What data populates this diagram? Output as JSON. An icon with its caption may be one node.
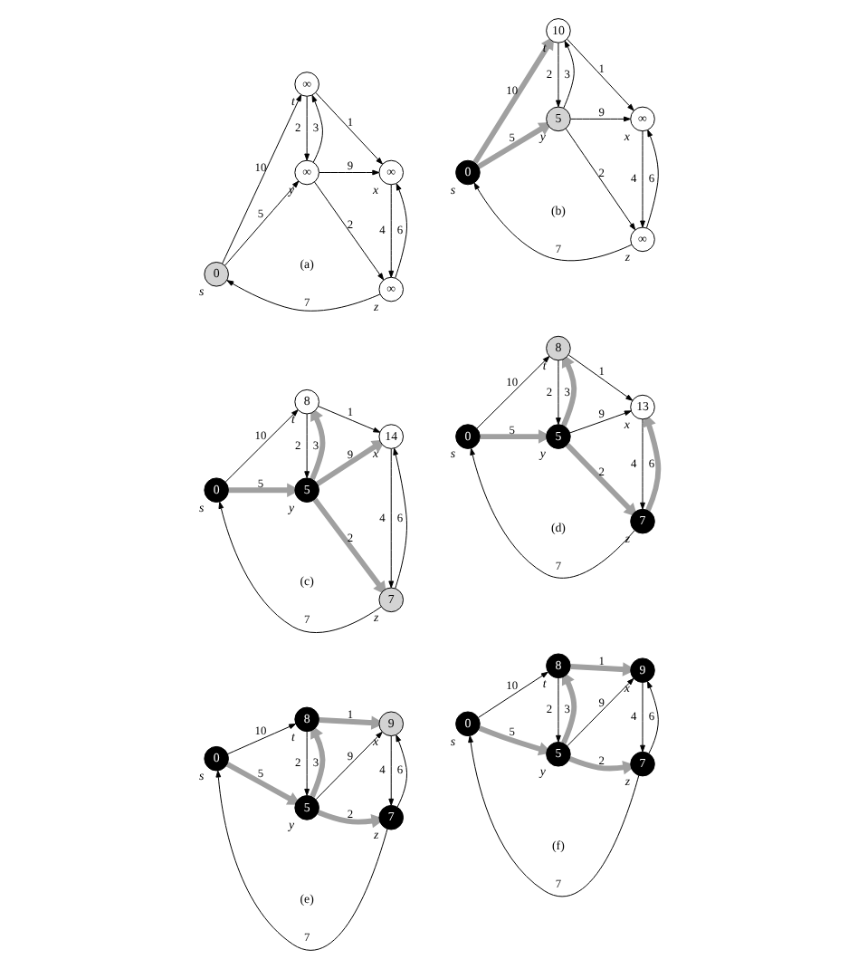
{
  "diagram": {
    "nodes": [
      {
        "text": [
          "0"
        ],
        "beside": [
          "s"
        ]
      },
      {
        "text": [
          "∞"
        ],
        "beside": [
          "t"
        ]
      },
      {
        "text": [
          "∞"
        ],
        "beside": [
          "x"
        ]
      },
      {
        "text": [
          "∞"
        ],
        "beside": [
          "y"
        ]
      },
      {
        "text": [
          "∞"
        ],
        "beside": [
          "z"
        ]
      },
      {
        "text": [
          "0"
        ],
        "beside": [
          "s"
        ]
      },
      {
        "text": [
          "10"
        ],
        "beside": [
          "t"
        ]
      },
      {
        "text": [
          "∞"
        ],
        "beside": [
          "x"
        ]
      },
      {
        "text": [
          "5"
        ],
        "beside": [
          "y"
        ]
      },
      {
        "text": [
          "∞"
        ],
        "beside": [
          "z"
        ]
      },
      {
        "text": [
          "0"
        ],
        "beside": [
          "s"
        ]
      },
      {
        "text": [
          "8"
        ],
        "beside": [
          "t"
        ]
      },
      {
        "text": [
          "14"
        ],
        "beside": [
          "x"
        ]
      },
      {
        "text": [
          "5"
        ],
        "beside": [
          "y"
        ]
      },
      {
        "text": [
          "7"
        ],
        "beside": [
          "z"
        ]
      },
      {
        "text": [
          "0"
        ],
        "beside": [
          "s"
        ]
      },
      {
        "text": [
          "8"
        ],
        "beside": [
          "t"
        ]
      },
      {
        "text": [
          "13"
        ],
        "beside": [
          "x"
        ]
      },
      {
        "text": [
          "5"
        ],
        "beside": [
          "y"
        ]
      },
      {
        "text": [
          "7"
        ],
        "beside": [
          "z"
        ]
      },
      {
        "text": [
          "0"
        ],
        "beside": [
          "s"
        ]
      },
      {
        "text": [
          "8"
        ],
        "beside": [
          "t"
        ]
      },
      {
        "text": [
          "9"
        ],
        "beside": [
          "x"
        ]
      },
      {
        "text": [
          "5"
        ],
        "beside": [
          "y"
        ]
      },
      {
        "text": [
          "7"
        ],
        "beside": [
          "z"
        ]
      },
      {
        "text": [
          "0"
        ],
        "beside": [
          "s"
        ]
      },
      {
        "text": [
          "8"
        ],
        "beside": [
          "t"
        ]
      },
      {
        "text": [
          "9"
        ],
        "beside": [
          "x"
        ]
      },
      {
        "text": [
          "5"
        ],
        "beside": [
          "y"
        ]
      },
      {
        "text": [
          "7"
        ],
        "beside": [
          "z"
        ]
      }
    ],
    "edges": [
      {
        "from": 0,
        "to": 1,
        "arrow": "to",
        "label": "10"
      },
      {
        "from": 0,
        "to": 3,
        "arrow": "to",
        "label": "5"
      },
      {
        "from": 1,
        "to": 2,
        "arrow": "to",
        "label": "1"
      },
      {
        "from": 1,
        "to": 3,
        "arrow": "to",
        "label": "2"
      },
      {
        "from": 3,
        "to": 1,
        "arrow": "to",
        "label": "3"
      },
      {
        "from": 3,
        "to": 2,
        "arrow": "to",
        "label": "9"
      },
      {
        "from": 3,
        "to": 4,
        "arrow": "to",
        "label": "2"
      },
      {
        "from": 4,
        "to": 0,
        "arrow": "to",
        "label": "7"
      },
      {
        "from": 2,
        "to": 4,
        "arrow": "to",
        "label": "4"
      },
      {
        "from": 4,
        "to": 2,
        "arrow": "to",
        "label": "6"
      },
      {
        "from": 5,
        "to": 6,
        "arrow": "to",
        "label": "10",
        "style": "thick",
        "color": "#a0a0a0"
      },
      {
        "from": 5,
        "to": 8,
        "arrow": "to",
        "label": "5",
        "style": "thick",
        "color": "#a0a0a0"
      },
      {
        "from": 6,
        "to": 7,
        "arrow": "to",
        "label": "1"
      },
      {
        "from": 6,
        "to": 8,
        "arrow": "to",
        "label": "2"
      },
      {
        "from": 8,
        "to": 6,
        "arrow": "to",
        "label": "3"
      },
      {
        "from": 8,
        "to": 7,
        "arrow": "to",
        "label": "9"
      },
      {
        "from": 8,
        "to": 9,
        "arrow": "to",
        "label": "2"
      },
      {
        "from": 9,
        "to": 5,
        "arrow": "to",
        "label": "7"
      },
      {
        "from": 7,
        "to": 9,
        "arrow": "to",
        "label": "4"
      },
      {
        "from": 9,
        "to": 7,
        "arrow": "to",
        "label": "6"
      },
      {
        "from": 10,
        "to": 11,
        "arrow": "to",
        "label": "10"
      },
      {
        "from": 10,
        "to": 13,
        "arrow": "to",
        "label": "5",
        "style": "thick",
        "color": "#a0a0a0"
      },
      {
        "from": 11,
        "to": 12,
        "arrow": "to",
        "label": "1"
      },
      {
        "from": 11,
        "to": 13,
        "arrow": "to",
        "label": "2"
      },
      {
        "from": 13,
        "to": 11,
        "arrow": "to",
        "label": "3",
        "style": "thick",
        "color": "#a0a0a0"
      },
      {
        "from": 13,
        "to": 12,
        "arrow": "to",
        "label": "9",
        "style": "thick",
        "color": "#a0a0a0"
      },
      {
        "from": 13,
        "to": 14,
        "arrow": "to",
        "label": "2",
        "style": "thick",
        "color": "#a0a0a0"
      },
      {
        "from": 14,
        "to": 10,
        "arrow": "to",
        "label": "7"
      },
      {
        "from": 12,
        "to": 14,
        "arrow": "to",
        "label": "4"
      },
      {
        "from": 14,
        "to": 12,
        "arrow": "to",
        "label": "6"
      },
      {
        "from": 15,
        "to": 16,
        "arrow": "to",
        "label": "10"
      },
      {
        "from": 15,
        "to": 18,
        "arrow": "to",
        "label": "5",
        "style": "thick",
        "color": "#a0a0a0"
      },
      {
        "from": 16,
        "to": 17,
        "arrow": "to",
        "label": "1"
      },
      {
        "from": 16,
        "to": 18,
        "arrow": "to",
        "label": "2"
      },
      {
        "from": 18,
        "to": 16,
        "arrow": "to",
        "label": "3",
        "style": "thick",
        "color": "#a0a0a0"
      },
      {
        "from": 18,
        "to": 17,
        "arrow": "to",
        "label": "9"
      },
      {
        "from": 18,
        "to": 19,
        "arrow": "to",
        "label": "2",
        "style": "thick",
        "color": "#a0a0a0"
      },
      {
        "from": 19,
        "to": 15,
        "arrow": "to",
        "label": "7"
      },
      {
        "from": 17,
        "to": 19,
        "arrow": "to",
        "label": "4"
      },
      {
        "from": 19,
        "to": 17,
        "arrow": "to",
        "label": "6",
        "style": "thick",
        "color": "#a0a0a0"
      },
      {
        "from": 20,
        "to": 21,
        "arrow": "to",
        "label": "10"
      },
      {
        "from": 20,
        "to": 23,
        "arrow": "to",
        "label": "5",
        "style": "thick",
        "color": "#a0a0a0"
      },
      {
        "from": 21,
        "to": 22,
        "arrow": "to",
        "label": "1",
        "style": "thick",
        "color": "#a0a0a0"
      },
      {
        "from": 21,
        "to": 23,
        "arrow": "to",
        "label": "2"
      },
      {
        "from": 23,
        "to": 21,
        "arrow": "to",
        "label": "3",
        "style": "thick",
        "color": "#a0a0a0"
      },
      {
        "from": 23,
        "to": 22,
        "arrow": "to",
        "label": "9"
      },
      {
        "from": 23,
        "to": 24,
        "arrow": "to",
        "label": "2",
        "style": "thick",
        "color": "#a0a0a0"
      },
      {
        "from": 24,
        "to": 20,
        "arrow": "to",
        "label": "7"
      },
      {
        "from": 22,
        "to": 24,
        "arrow": "to",
        "label": "4"
      },
      {
        "from": 24,
        "to": 22,
        "arrow": "to",
        "label": "6"
      },
      {
        "from": 25,
        "to": 26,
        "arrow": "to",
        "label": "10"
      },
      {
        "from": 25,
        "to": 28,
        "arrow": "to",
        "label": "5",
        "style": "thick",
        "color": "#a0a0a0"
      },
      {
        "from": 26,
        "to": 27,
        "arrow": "to",
        "label": "1",
        "style": "thick",
        "color": "#a0a0a0"
      },
      {
        "from": 26,
        "to": 28,
        "arrow": "to",
        "label": "2"
      },
      {
        "from": 28,
        "to": 26,
        "arrow": "to",
        "label": "3",
        "style": "thick",
        "color": "#a0a0a0"
      },
      {
        "from": 28,
        "to": 27,
        "arrow": "to",
        "label": "9"
      },
      {
        "from": 28,
        "to": 29,
        "arrow": "to",
        "label": "2",
        "style": "thick",
        "color": "#a0a0a0"
      },
      {
        "from": 29,
        "to": 25,
        "arrow": "to",
        "label": "7"
      },
      {
        "from": 27,
        "to": 29,
        "arrow": "to",
        "label": "4"
      },
      {
        "from": 29,
        "to": 27,
        "arrow": "to",
        "label": "6"
      }
    ],
    "labels": [
      "(a)",
      "(b)",
      "(c)",
      "(d)",
      "(e)",
      "(f)"
    ]
  }
}
